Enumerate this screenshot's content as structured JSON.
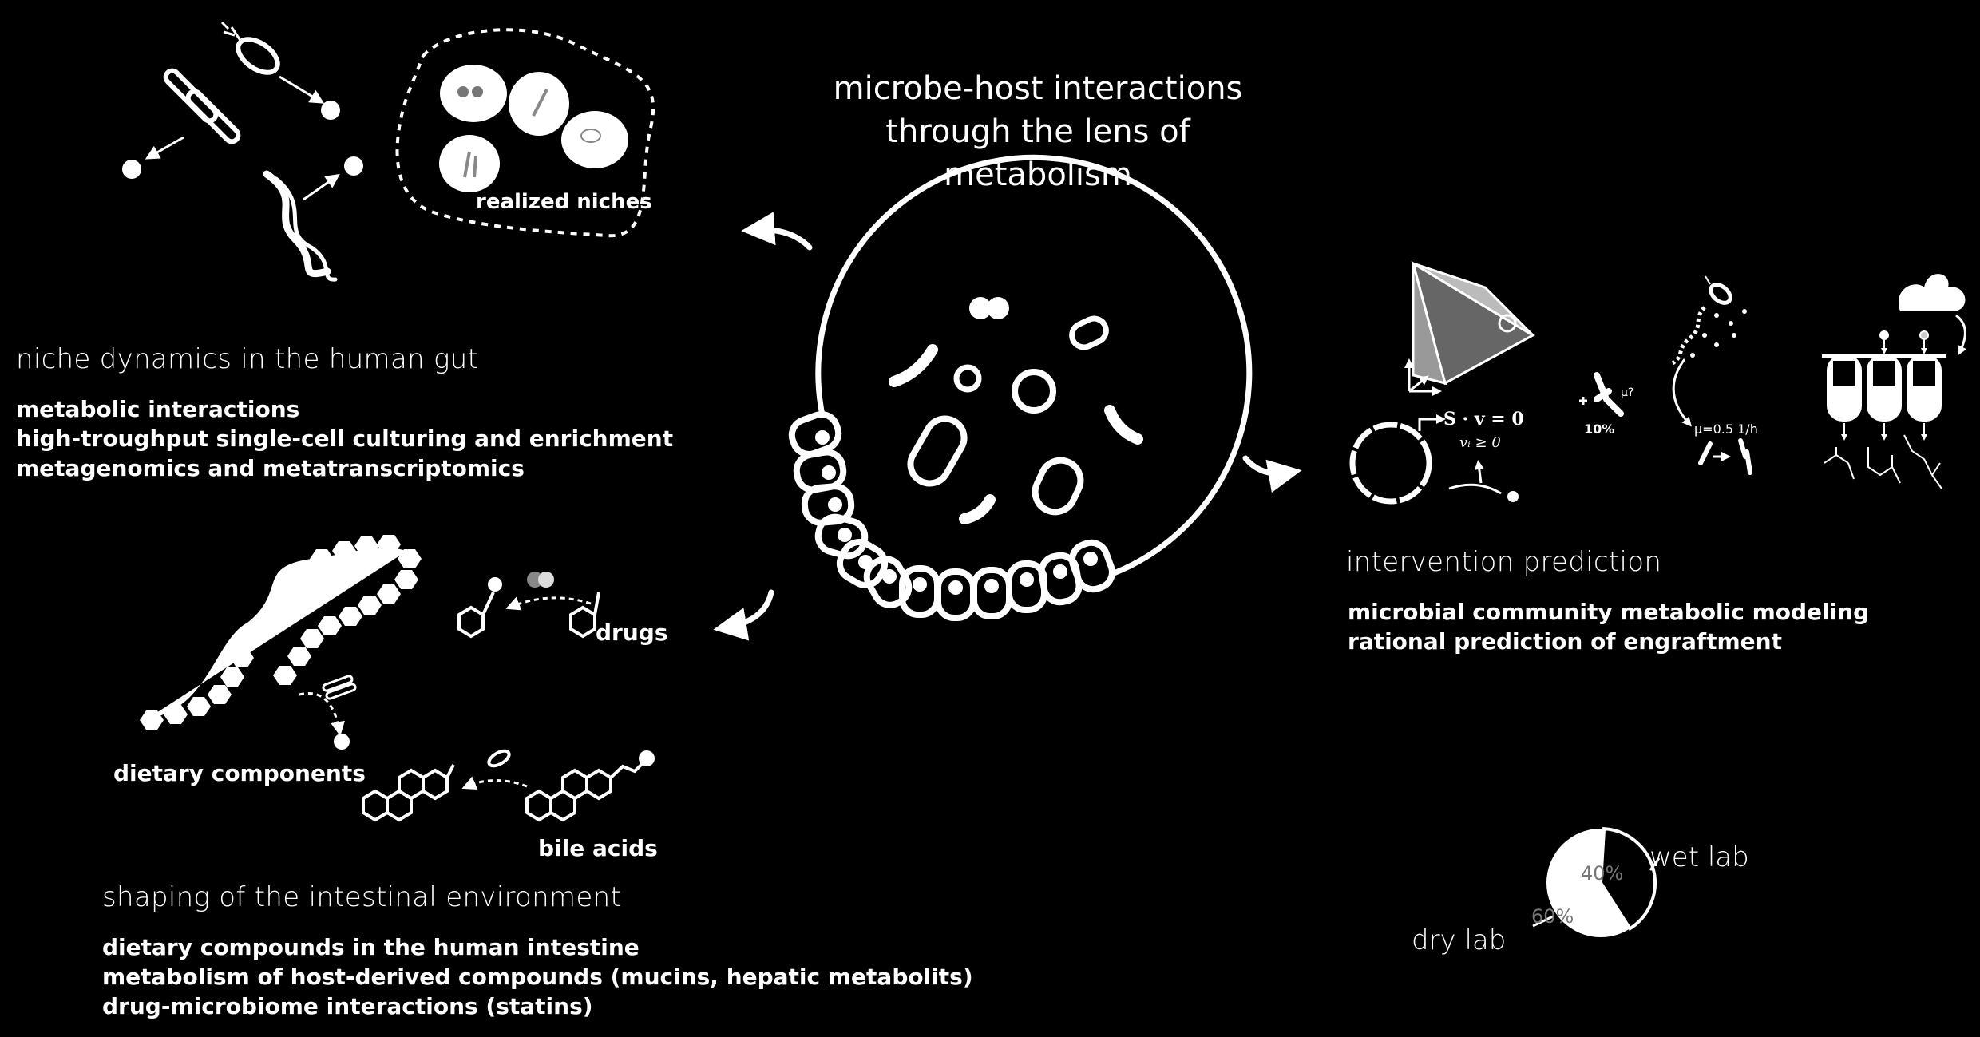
{
  "title": [
    "microbe-host interactions",
    "through the lens of",
    "metabolism"
  ],
  "niche": {
    "heading": "niche dynamics in the human gut",
    "items": [
      "metabolic interactions",
      "high-troughput single-cell culturing and enrichment",
      "metagenomics and metatranscriptomics"
    ],
    "realized_label": "realized niches"
  },
  "shaping": {
    "heading": "shaping of the intestinal environment",
    "items": [
      "dietary compounds in the human intestine",
      "metabolism of host-derived compounds (mucins, hepatic metabolits)",
      "drug-microbiome interactions (statins)"
    ],
    "dietary_label": "dietary components",
    "drugs_label": "drugs",
    "bile_label": "bile acids"
  },
  "intervention": {
    "heading": "intervention prediction",
    "items": [
      "microbial community metabolic modeling",
      "rational prediction of engraftment"
    ],
    "eq1": "S · v = 0",
    "eq2": "vᵢ ≥ 0",
    "pct10": "10%",
    "mu_label": "μ?",
    "mu_rate": "μ=0.5 1/h"
  },
  "pie": {
    "wet_label": "wet lab",
    "dry_label": "dry lab",
    "wet_pct": "40%",
    "dry_pct": "60%",
    "wet_value": 40,
    "dry_value": 60
  }
}
